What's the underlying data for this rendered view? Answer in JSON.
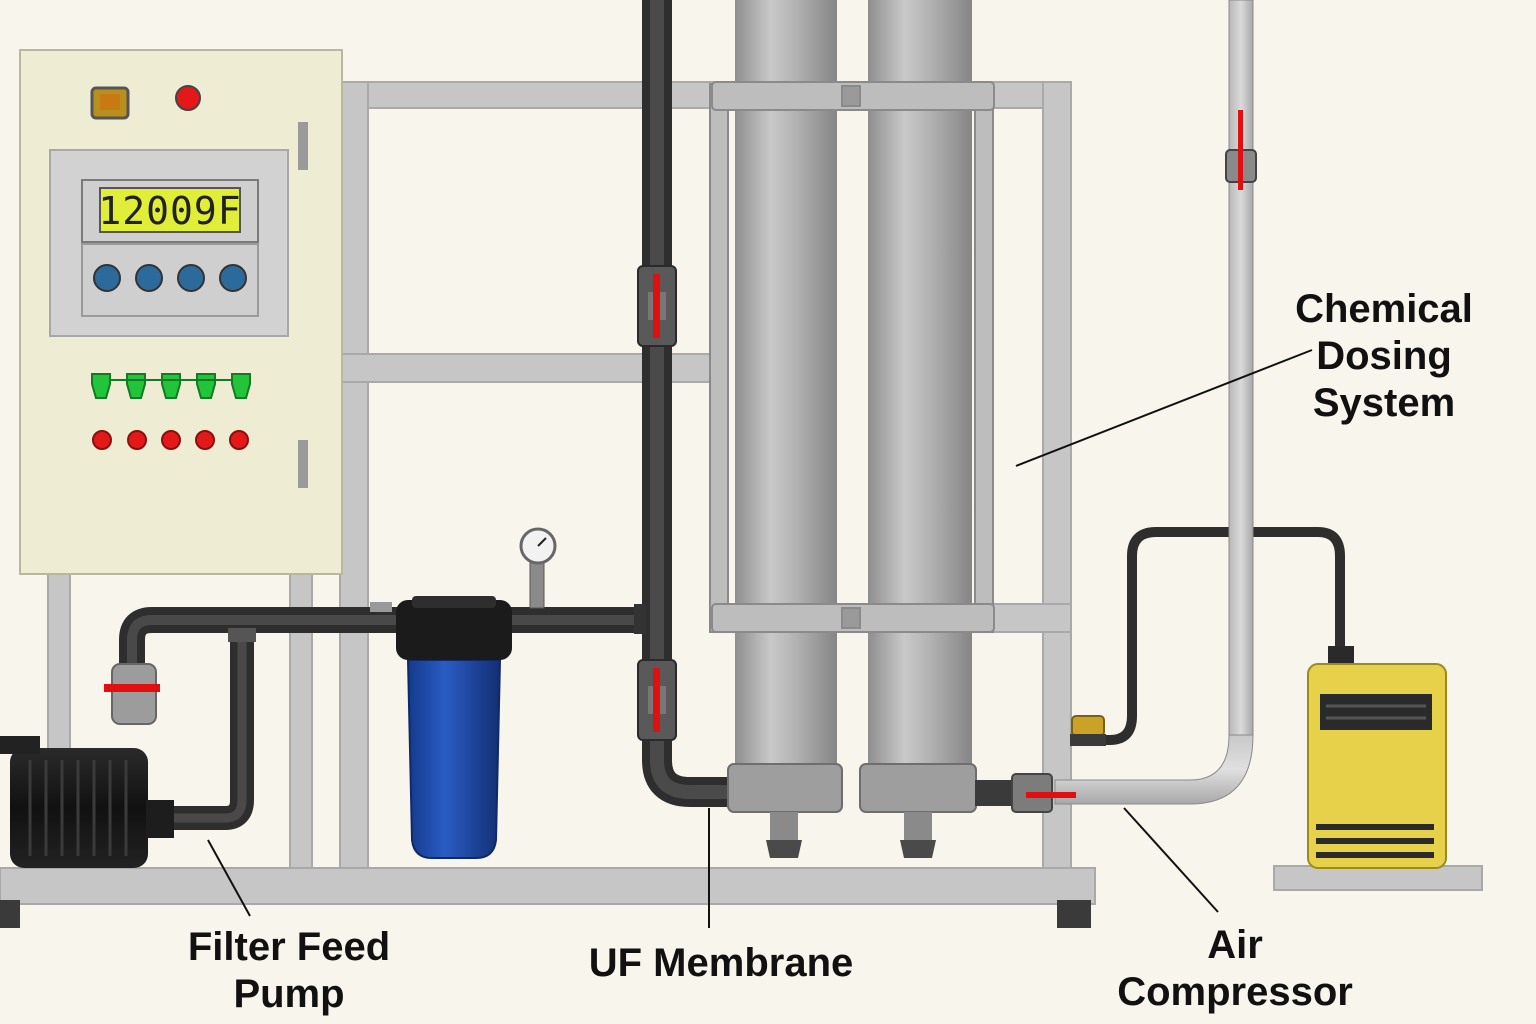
{
  "display": {
    "reading": "12009F"
  },
  "labels": {
    "chemical_dosing": [
      "Chemical",
      "Dosing",
      "System"
    ],
    "filter_feed_pump": [
      "Filter Feed",
      "Pump"
    ],
    "uf_membrane": "UF Membrane",
    "air_compressor": [
      "Air",
      "Compressor"
    ]
  },
  "colors": {
    "background": "#f8f6ec",
    "frame": "#c4c4c4",
    "panel": "#eeecd2",
    "pipe_dark": "#3c3c3c",
    "membrane": "#a9a9a9",
    "filter_housing": "#1f4aa8",
    "compressor": "#e8d14a",
    "valve_mark": "#e01010",
    "indicator_green": "#22c43a",
    "indicator_red": "#e31818",
    "lcd": "#e0ee38"
  }
}
